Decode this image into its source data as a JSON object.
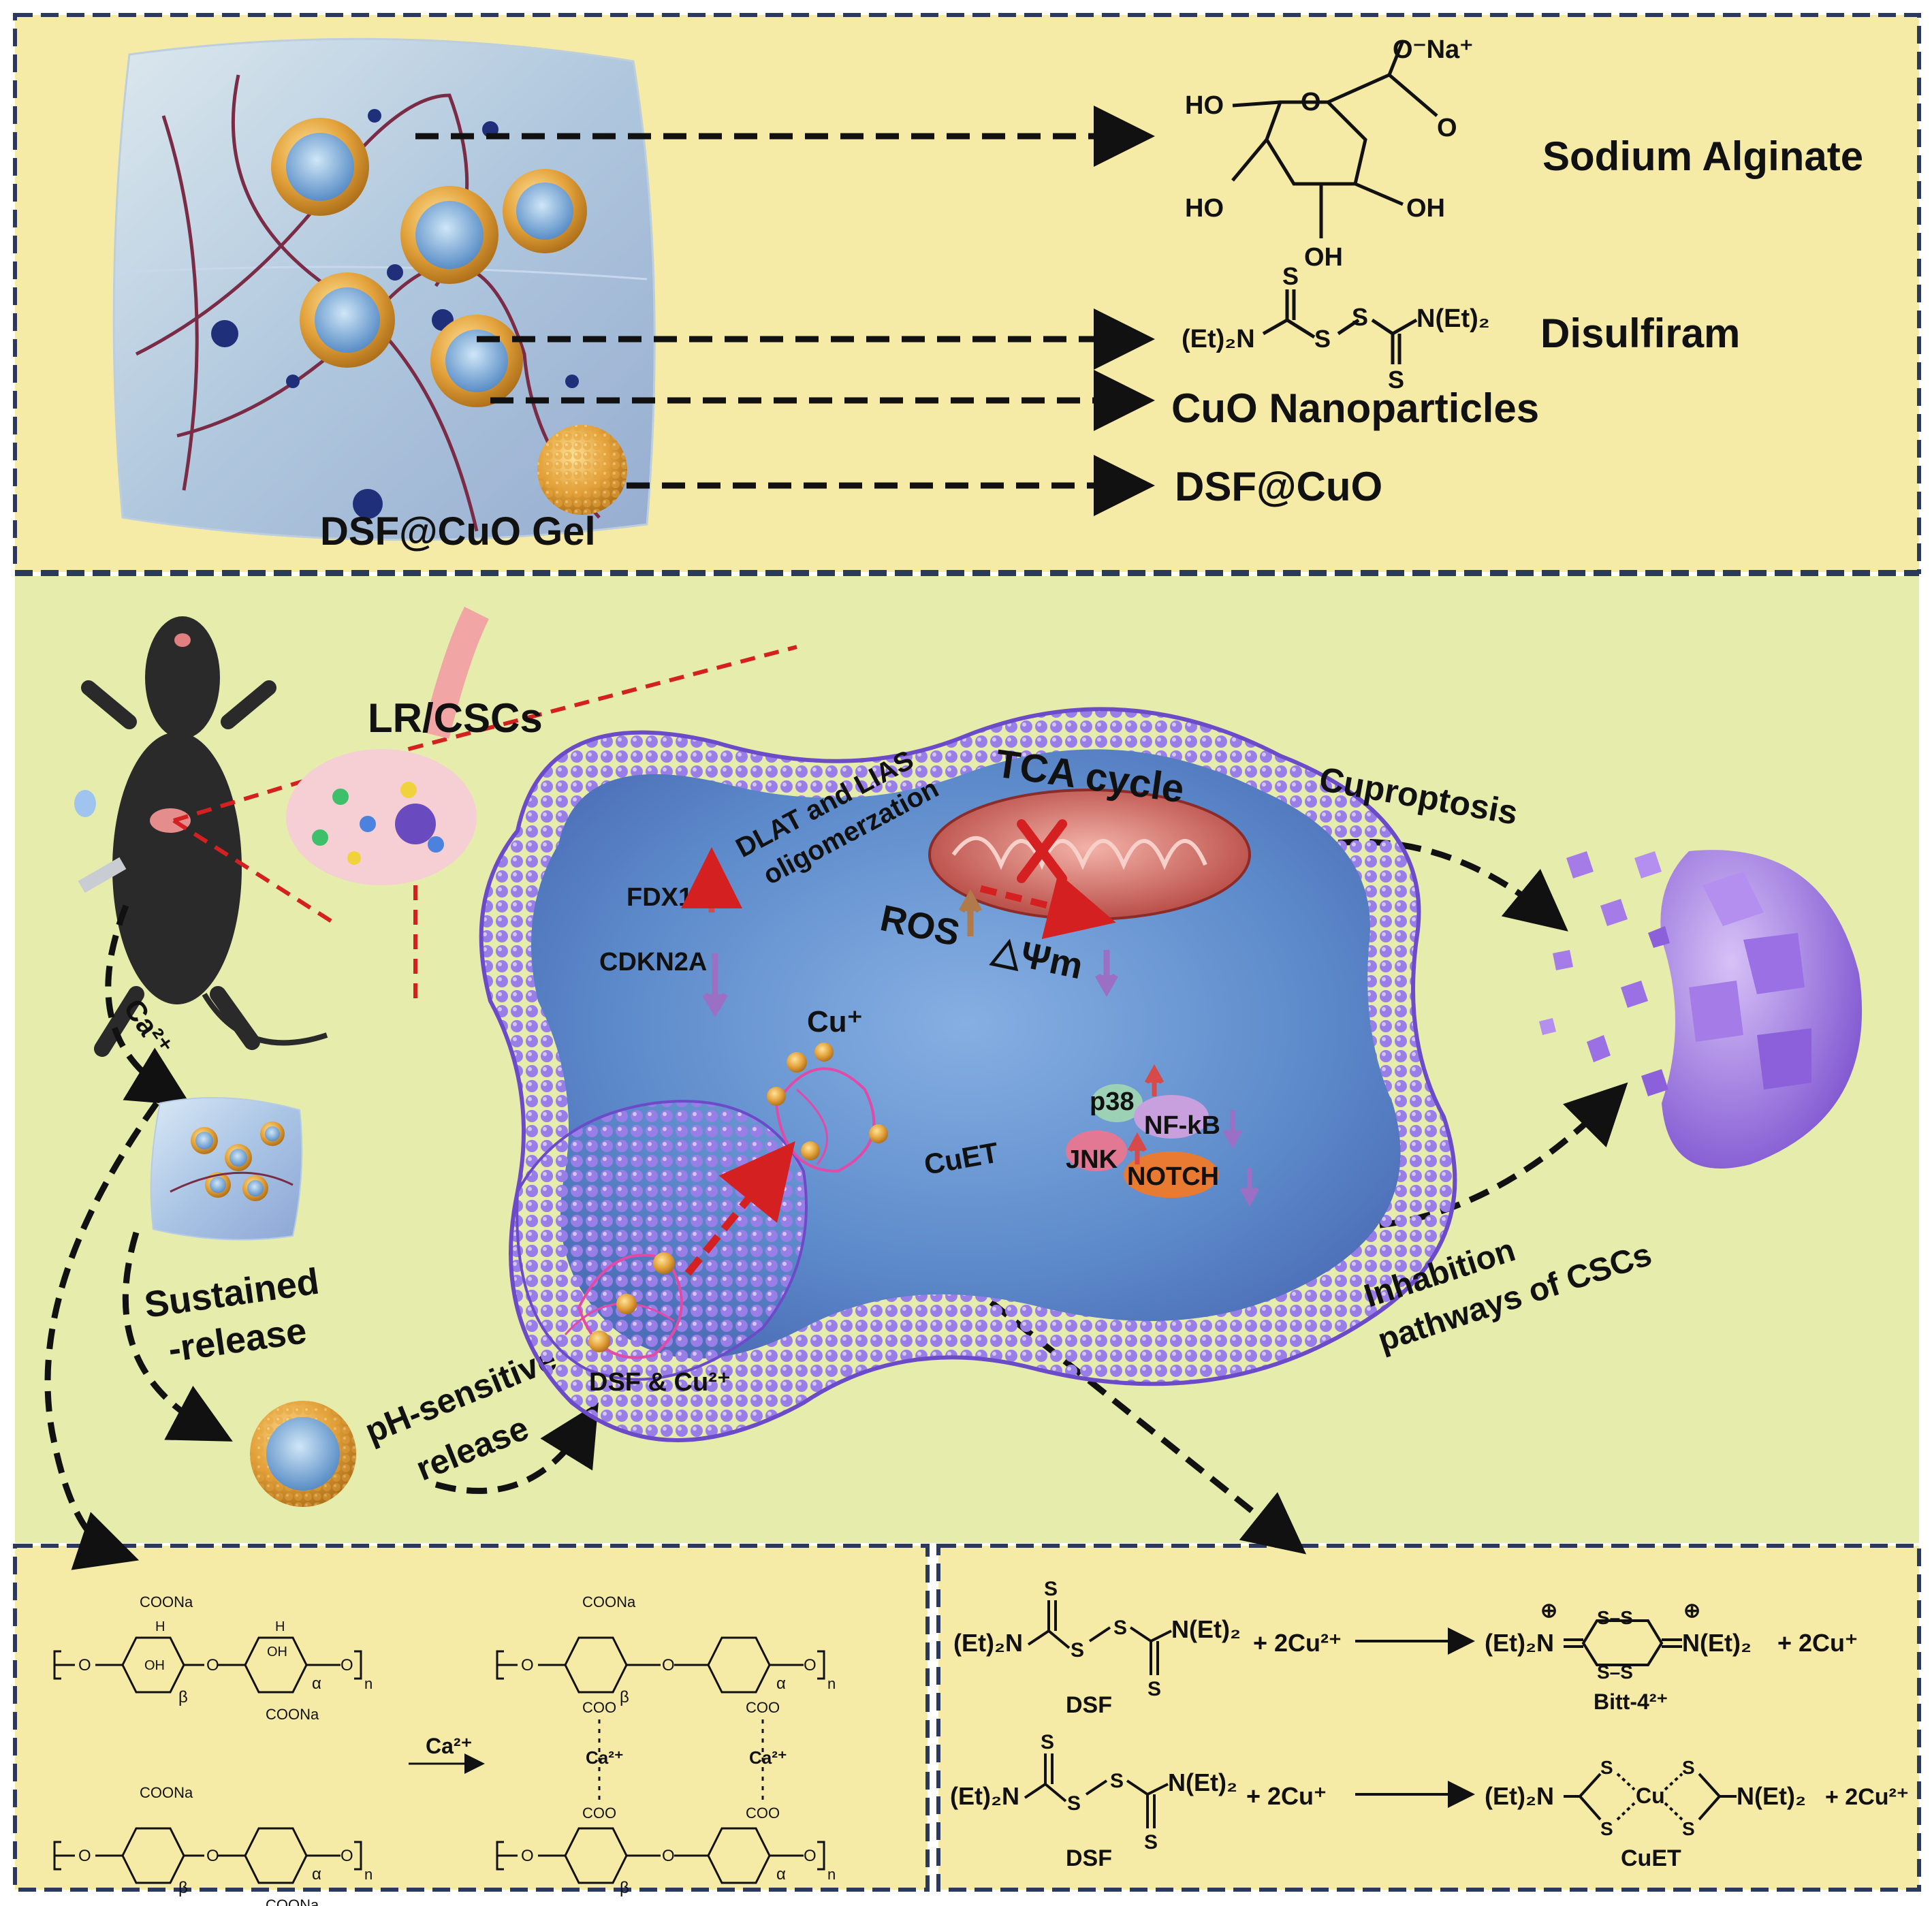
{
  "top_panel": {
    "gel_label": "DSF@CuO Gel",
    "sodium_alginate": "Sodium Alginate",
    "disulfiram": "Disulfiram",
    "cuo_nanoparticles": "CuO Nanoparticles",
    "dsf_cuo": "DSF@CuO",
    "alginate_struct": {
      "ona": "O⁻Na⁺",
      "o_ketone": "O",
      "o_ring": "O",
      "ho1": "HO",
      "ho2": "HO",
      "oh1": "OH",
      "oh2": "OH"
    },
    "dsf_struct": {
      "left": "(Et)₂N",
      "right": "N(Et)₂",
      "s_top": "S",
      "s_bottom": "S",
      "s_mid1": "S",
      "s_mid2": "S"
    }
  },
  "middle_panel": {
    "lr_cscs": "LR/CSCs",
    "ca_label": "Ca²⁺",
    "sustained_1": "Sustained",
    "sustained_2": "-release",
    "ph_1": "pH-sensitive",
    "ph_2": "release",
    "dsf_cu": "DSF & Cu²⁺",
    "tca": "TCA cycle",
    "dlat_1": "DLAT and LIAS",
    "dlat_2": "oligomerzation",
    "fdx1": "FDX1",
    "cdkn2a": "CDKN2A",
    "ros": "ROS",
    "psi": "△Ψm",
    "cu_plus": "Cu⁺",
    "cuet": "CuET",
    "p38": "p38",
    "nfkb": "NF-kB",
    "jnk": "JNK",
    "notch": "NOTCH",
    "cuproptosis": "Cuproptosis",
    "inhib_1": "Inhabition",
    "inhib_2": "pathways of CSCs"
  },
  "bottom_left": {
    "ca_arrow": "Ca²⁺",
    "coona": "COONa",
    "coo": "COO",
    "ca": "Ca²⁺",
    "alpha": "α",
    "beta": "β",
    "n": "n",
    "oh": "OH",
    "h": "H",
    "o": "O"
  },
  "bottom_right": {
    "r1_left": "(Et)₂N",
    "r1_right": "N(Et)₂",
    "r1_reagent": "+ 2Cu²⁺",
    "r1_product_left": "(Et)₂N",
    "r1_product_right": "N(Et)₂",
    "r1_byproduct": "+ 2Cu⁺",
    "r1_name": "DSF",
    "r1_product_name": "Bitt-4²⁺",
    "r2_left": "(Et)₂N",
    "r2_right": "N(Et)₂",
    "r2_reagent": "+ 2Cu⁺",
    "r2_product_left": "(Et)₂N",
    "r2_product_right": "N(Et)₂",
    "r2_byproduct": "+ 2Cu²⁺",
    "r2_name": "DSF",
    "r2_product_name": "CuET",
    "cu": "Cu",
    "s": "S",
    "plus_charge": "⊕",
    "ss": "S–S"
  },
  "colors": {
    "top_bg": "#f6eba6",
    "mid_bg": "#e9ecaa",
    "bottom_bg": "#f6eba6",
    "border": "#2b3a5c",
    "membrane": "#8a68e0",
    "cell_water": "#5f8fcf",
    "gold": "#e0a23a",
    "liposome_core": "#6fa3d6",
    "red_dash": "#d42020"
  }
}
